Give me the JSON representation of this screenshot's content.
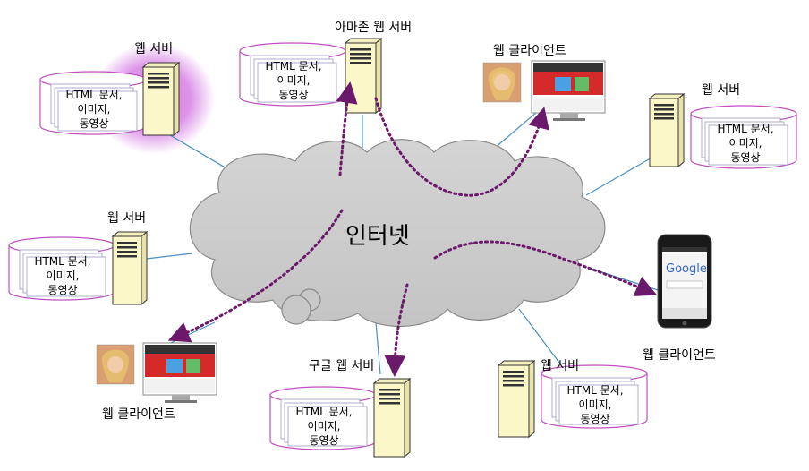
{
  "cloud": {
    "label": "인터넷"
  },
  "servers": [
    {
      "id": "s1",
      "label": "웹 서버",
      "docs": [
        "HTML 문서,",
        "이미지,",
        "동영상"
      ]
    },
    {
      "id": "s2",
      "label": "아마존 웹 서버",
      "docs": [
        "HTML 문서,",
        "이미지,",
        "동영상"
      ]
    },
    {
      "id": "s3",
      "label": "웹 서버",
      "docs": [
        "HTML 문서,",
        "이미지,",
        "동영상"
      ]
    },
    {
      "id": "s4",
      "label": "웹 서버",
      "docs": [
        "HTML 문서,",
        "이미지,",
        "동영상"
      ]
    },
    {
      "id": "s5",
      "label": "구글 웹 서버",
      "docs": [
        "HTML 문서,",
        "이미지,",
        "동영상"
      ]
    },
    {
      "id": "s6",
      "label": "웹 서버",
      "docs": [
        "HTML 문서,",
        "이미지,",
        "동영상"
      ]
    }
  ],
  "clients": [
    {
      "id": "c1",
      "label": "웹 클라이언트"
    },
    {
      "id": "c2",
      "label": "웹 클라이언트"
    },
    {
      "id": "c3",
      "label": "웹 클라이언트"
    }
  ],
  "phone": {
    "logo": "Google"
  },
  "colors": {
    "link": "#4a90c2",
    "arrow": "#6b1a6b",
    "cylinder": "#c050c0",
    "cloud_fill": "#c8c8c8",
    "server_fill": "#fbf7c8",
    "glow": "#d070e0"
  }
}
